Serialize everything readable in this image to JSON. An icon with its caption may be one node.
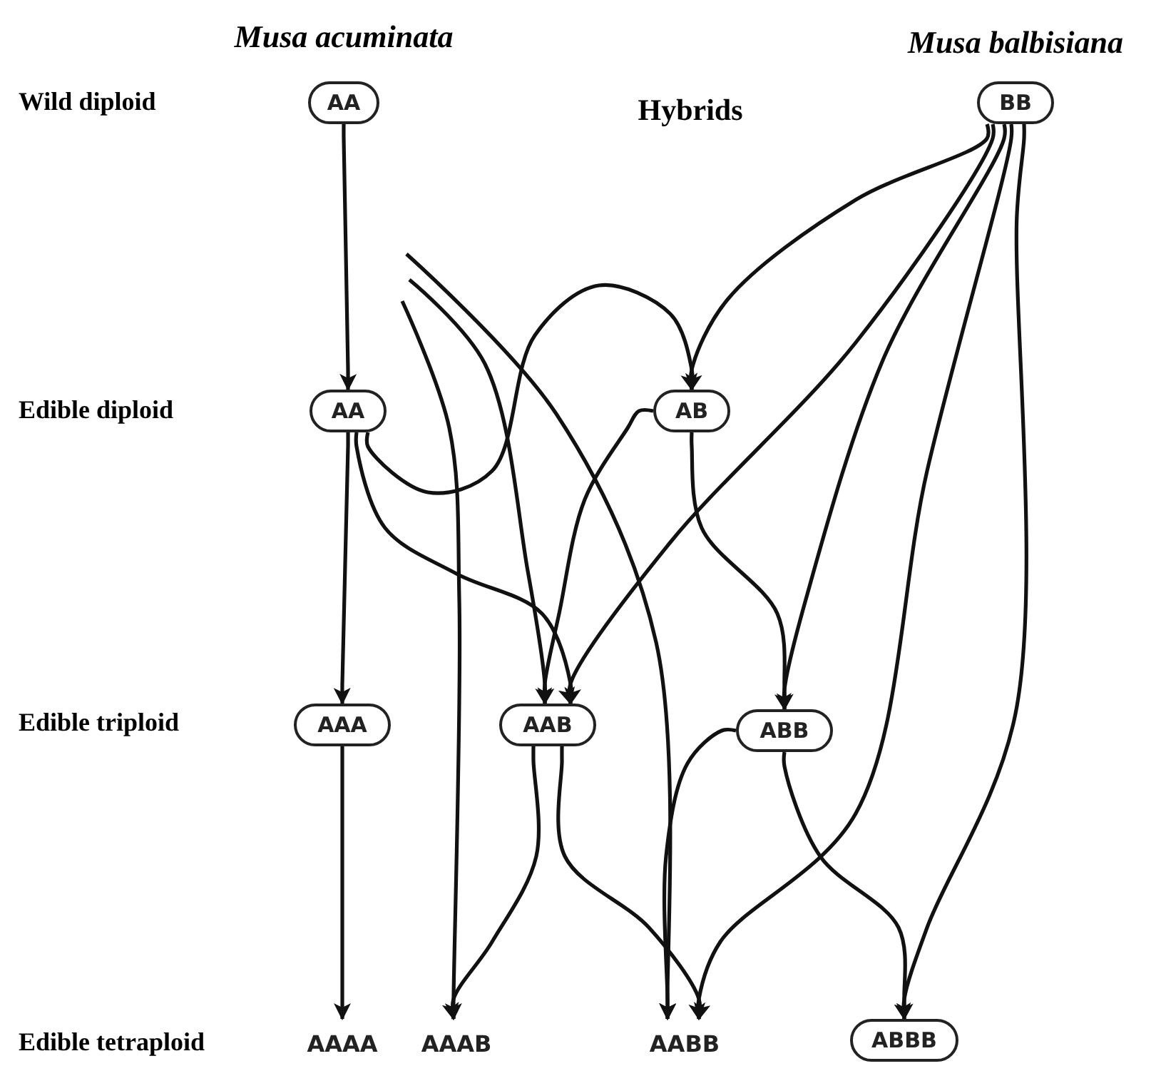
{
  "diagram": {
    "nodes": [
      {
        "text": [
          "AA"
        ]
      },
      {
        "text": [
          "BB"
        ]
      },
      {
        "text": [
          "AA"
        ]
      },
      {
        "text": [
          "AB"
        ]
      },
      {
        "text": [
          "AAA"
        ]
      },
      {
        "text": [
          "AAB"
        ]
      },
      {
        "text": [
          "ABB"
        ]
      },
      {
        "text": [
          "AAAA"
        ]
      },
      {
        "text": [
          "AAAB"
        ]
      },
      {
        "text": [
          "AABB"
        ]
      },
      {
        "text": [
          "ABBB"
        ]
      }
    ],
    "edges": [
      {
        "from": 0,
        "to": 2,
        "arrow": "to"
      },
      {
        "from": 1,
        "to": 3,
        "arrow": "to"
      },
      {
        "from": 2,
        "to": 3,
        "arrow": "to"
      },
      {
        "from": 2,
        "to": 4,
        "arrow": "to"
      },
      {
        "from": 2,
        "to": 5,
        "arrow": "to"
      },
      {
        "from": null,
        "to": 5,
        "arrow": "to"
      },
      {
        "from": 3,
        "to": 5,
        "arrow": "to"
      },
      {
        "from": 1,
        "to": 5,
        "arrow": "to"
      },
      {
        "from": 3,
        "to": 6,
        "arrow": "to"
      },
      {
        "from": 1,
        "to": 6,
        "arrow": "to"
      },
      {
        "from": 4,
        "to": 7,
        "arrow": "to"
      },
      {
        "from": null,
        "to": 8,
        "arrow": "to"
      },
      {
        "from": 5,
        "to": 8,
        "arrow": "to"
      },
      {
        "from": 5,
        "to": 9,
        "arrow": "to"
      },
      {
        "from": null,
        "to": 9,
        "arrow": "to"
      },
      {
        "from": 6,
        "to": 9,
        "arrow": "to"
      },
      {
        "from": 1,
        "to": 9,
        "arrow": "to"
      },
      {
        "from": 1,
        "to": 10,
        "arrow": "to"
      },
      {
        "from": 6,
        "to": 10,
        "arrow": "to"
      }
    ],
    "labels": [
      "Musa acuminata",
      "Musa balbisiana",
      "Wild diploid",
      "Hybrids",
      "Edible diploid",
      "Edible triploid",
      "Edible tetraploid"
    ]
  }
}
